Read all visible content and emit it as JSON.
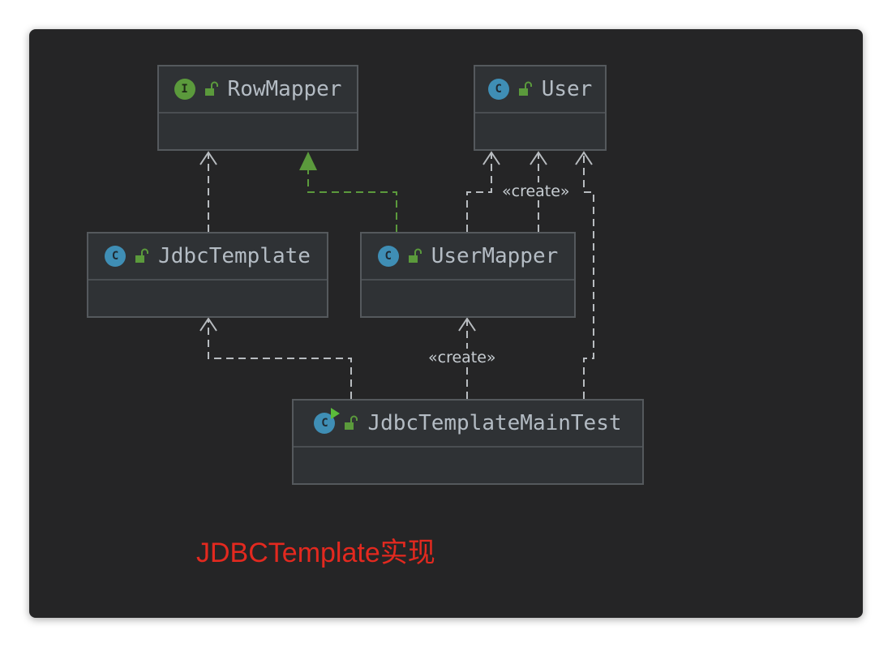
{
  "nodes": {
    "row_mapper": {
      "name": "RowMapper",
      "kind": "I"
    },
    "user": {
      "name": "User",
      "kind": "C"
    },
    "jdbc_template": {
      "name": "JdbcTemplate",
      "kind": "C"
    },
    "user_mapper": {
      "name": "UserMapper",
      "kind": "C"
    },
    "main_test": {
      "name": "JdbcTemplateMainTest",
      "kind": "C"
    }
  },
  "relations": {
    "stereotype_1": "«create»",
    "stereotype_2": "«create»"
  },
  "caption": "JDBCTemplate实现",
  "colors": {
    "background": "#252526",
    "node_fill": "#2f3235",
    "class_badge": "#3f8eb5",
    "interface_badge": "#5b9a3c",
    "realization_arrow": "#5b9a3c",
    "dependency_arrow": "#b8bcc0",
    "caption": "#e3291f"
  }
}
